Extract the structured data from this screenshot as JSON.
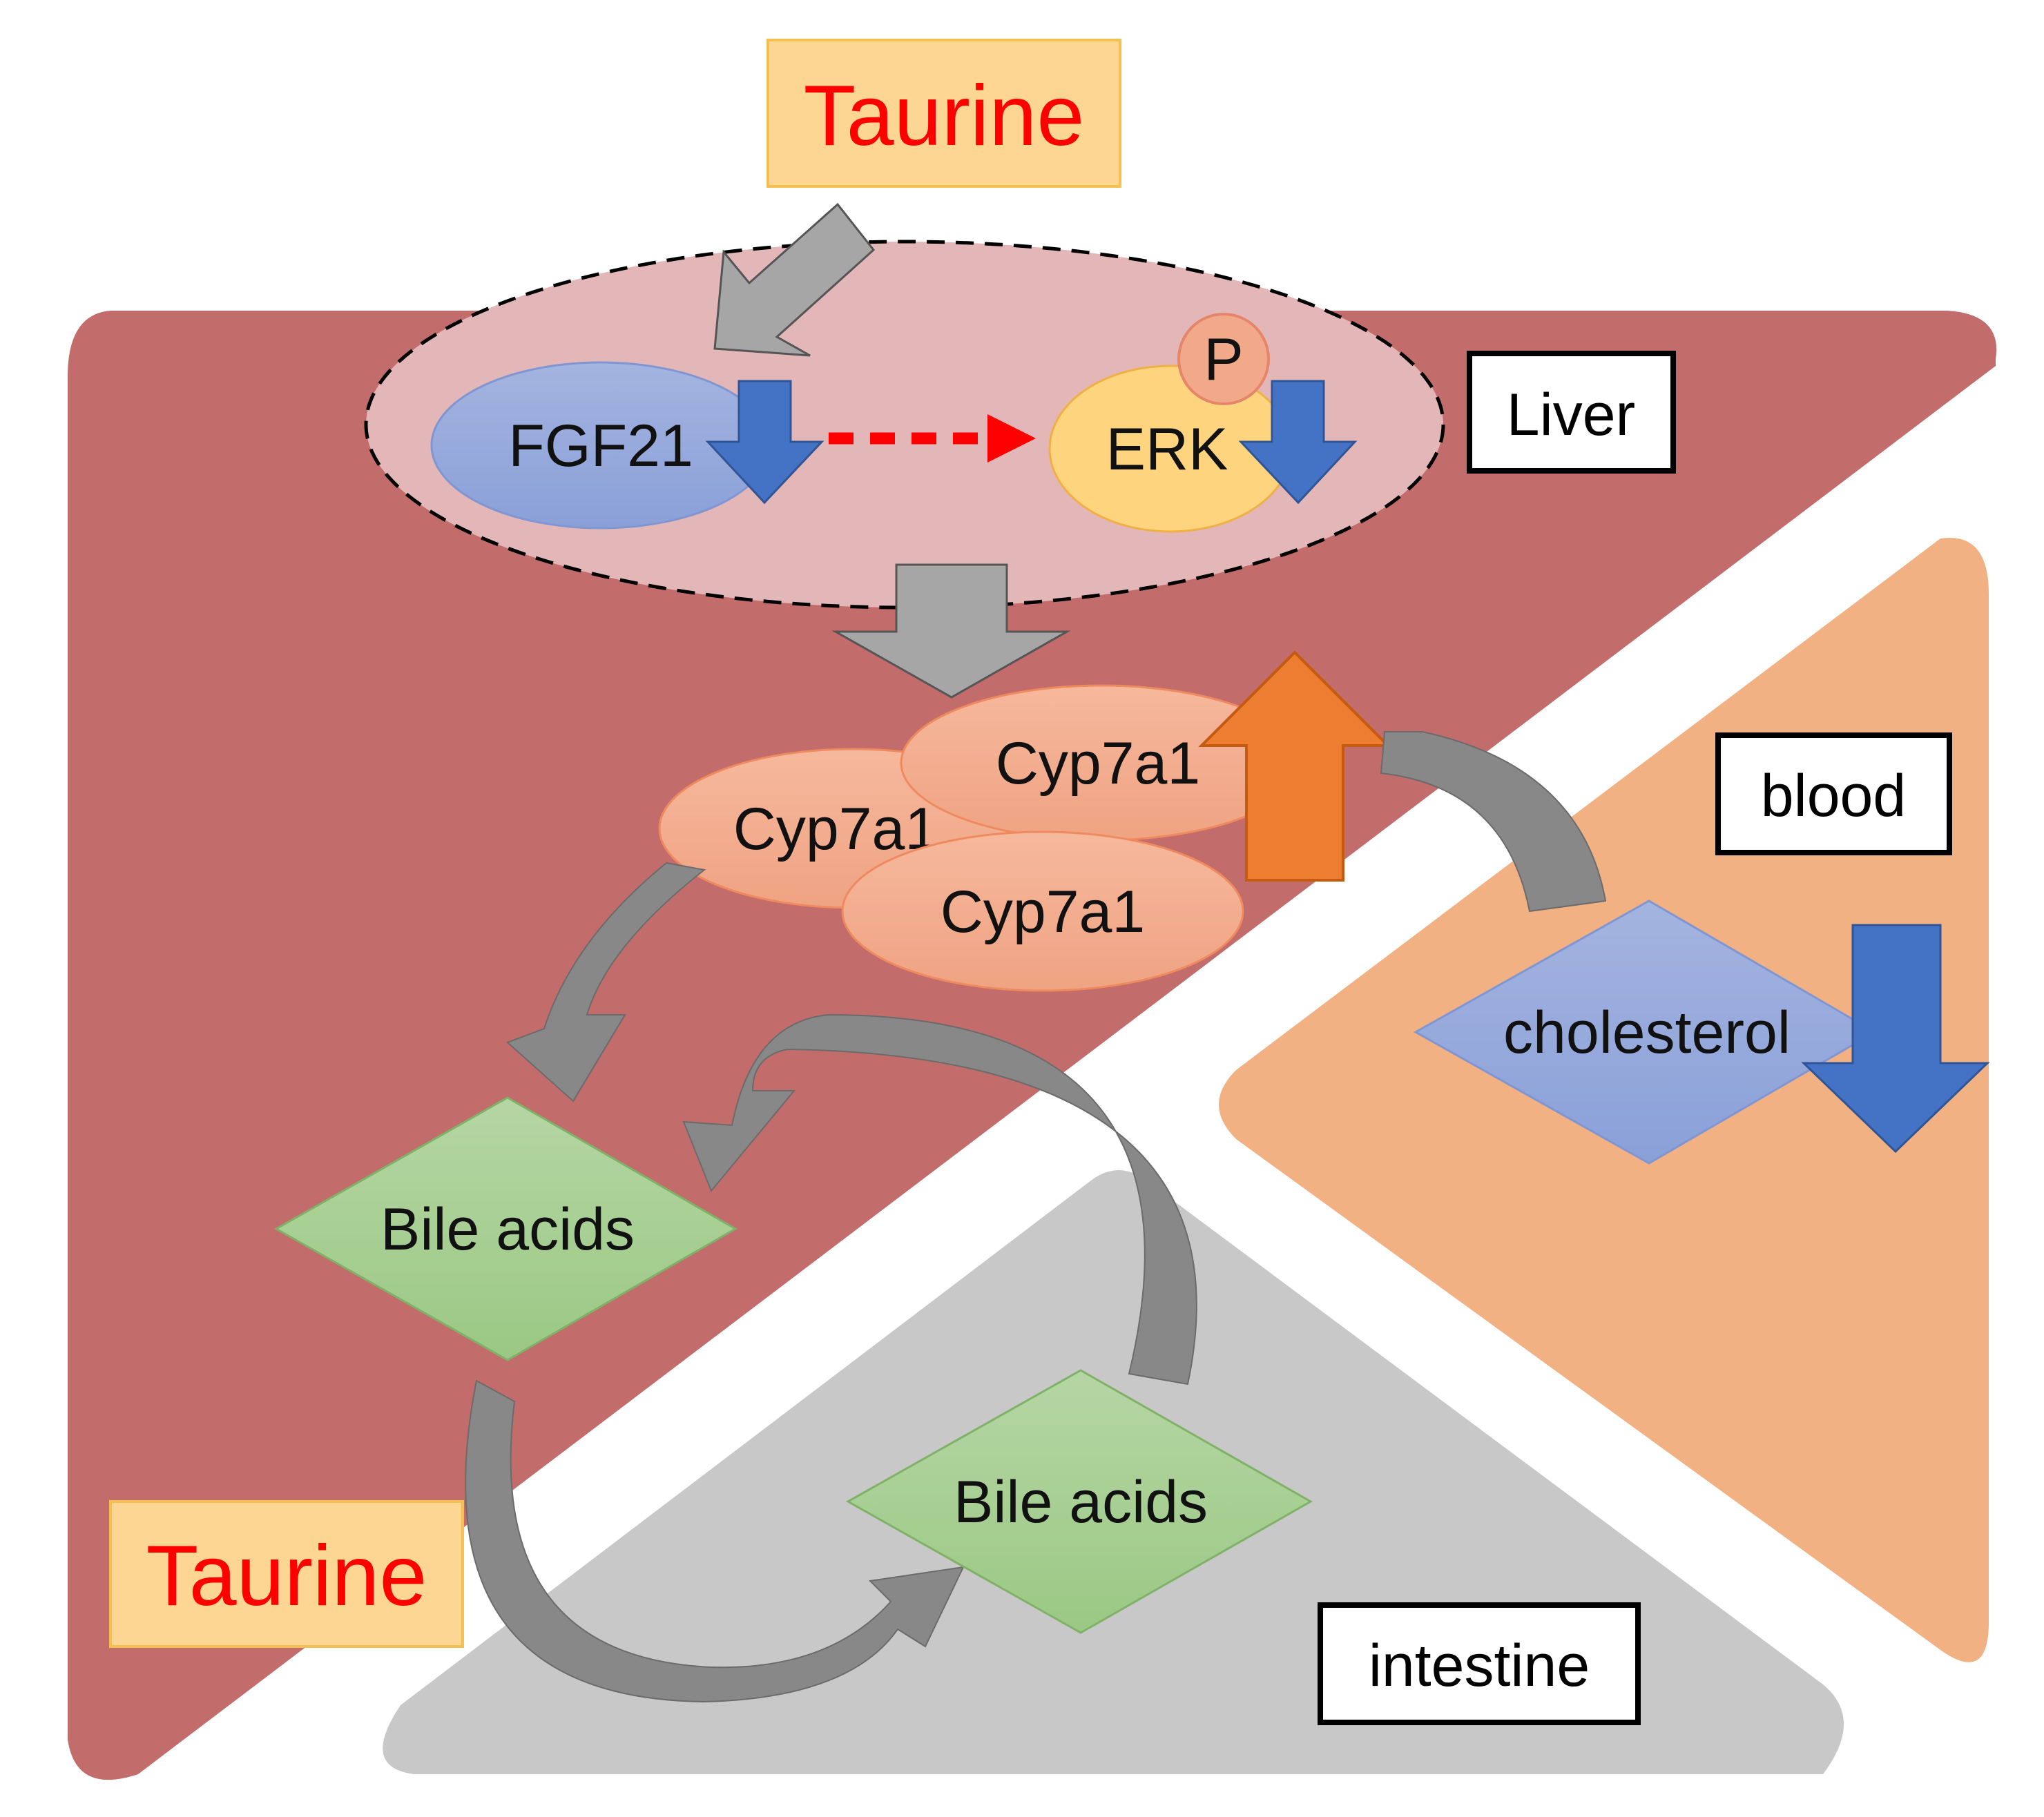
{
  "colors": {
    "liver": "#c26c6b",
    "blood": "#f2b183",
    "intestine": "#c8c8c8",
    "taurine_bg": "#fdd693",
    "taurine_text": "#ff0000",
    "fgf21": "#94a8dc",
    "erk": "#fed47f",
    "cyp7a1": "#f2a98a",
    "bile_acids": "#a6cf93",
    "cholesterol": "#94a8dc",
    "down_arrow": "#4472c4",
    "up_arrow": "#ed7d31",
    "flow_arrow": "#888888",
    "inhibit_arrow": "#ff0000"
  },
  "taurine_top": "Taurine",
  "taurine_bottom": "Taurine",
  "liver_label": "Liver",
  "blood_label": "blood",
  "intestine_label": "intestine",
  "fgf21": "FGF21",
  "erk": "ERK",
  "phospho": "P",
  "cyp7a1": [
    "Cyp7a1",
    "Cyp7a1",
    "Cyp7a1"
  ],
  "bile_acids_liver": "Bile acids",
  "bile_acids_intestine": "Bile acids",
  "cholesterol": "cholesterol",
  "icons": {
    "fgf21_change": "down-arrow-icon",
    "erk_change": "down-arrow-icon",
    "cyp7a1_change": "up-arrow-icon",
    "cholesterol_change": "down-arrow-icon"
  }
}
